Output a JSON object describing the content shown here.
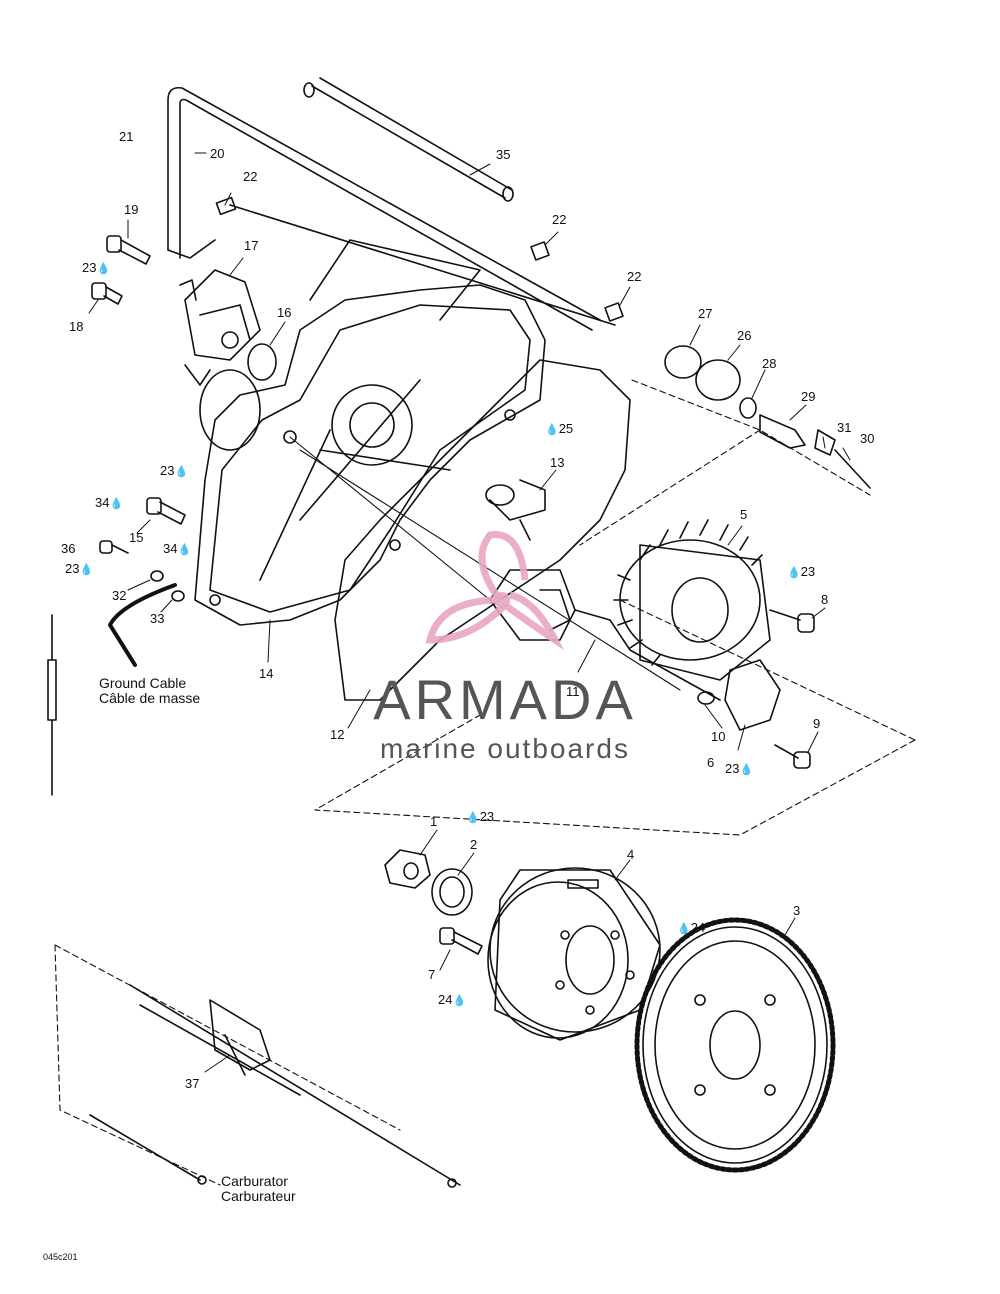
{
  "callouts": {
    "c1": "1",
    "c2": "2",
    "c3": "3",
    "c4": "4",
    "c5": "5",
    "c6": "6",
    "c7": "7",
    "c8": "8",
    "c9": "9",
    "c10": "10",
    "c11": "11",
    "c12": "12",
    "c13": "13",
    "c14": "14",
    "c15": "15",
    "c16": "16",
    "c17": "17",
    "c18": "18",
    "c19": "19",
    "c20": "20",
    "c21": "21",
    "c22a": "22",
    "c22b": "22",
    "c22c": "22",
    "c23a": "23",
    "c23b": "23",
    "c23c": "23",
    "c23d": "23",
    "c23e": "23",
    "c23f": "23",
    "c24a": "24",
    "c24b": "24",
    "c25": "25",
    "c26": "26",
    "c27": "27",
    "c28": "28",
    "c29": "29",
    "c30": "30",
    "c31": "31",
    "c32": "32",
    "c33": "33",
    "c34a": "34",
    "c34b": "34",
    "c35": "35",
    "c36": "36",
    "c37": "37"
  },
  "captions": {
    "ground_cable_en": "Ground Cable",
    "ground_cable_fr": "Câble de masse",
    "carburator_en": "Carburator",
    "carburator_fr": "Carburateur"
  },
  "drawing_code": "045c201",
  "watermark": {
    "title": "ARMADA",
    "subtitle": "marine outboards",
    "logo_color": "#e8a6c4",
    "text_color": "#555555"
  },
  "icons": {
    "drop": "lubricant-drop-icon"
  }
}
